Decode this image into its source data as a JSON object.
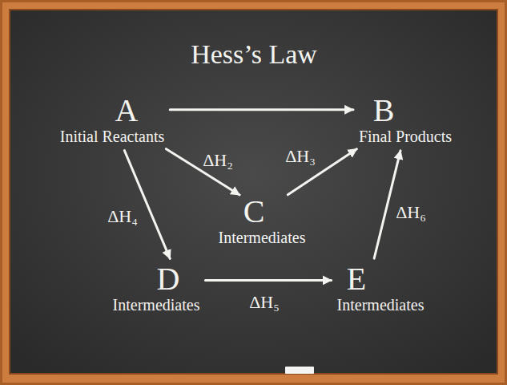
{
  "diagram": {
    "title": "Hess’s Law",
    "nodes": [
      {
        "text": [
          "A",
          "Initial Reactants"
        ]
      },
      {
        "text": [
          "B",
          "Final Products"
        ]
      },
      {
        "text": [
          "C",
          "Intermediates"
        ]
      },
      {
        "text": [
          "D",
          "Intermediates"
        ]
      },
      {
        "text": [
          "E",
          "Intermediates"
        ]
      }
    ],
    "edges": [
      {
        "from": 0,
        "to": 1,
        "arrow": "to"
      },
      {
        "from": 0,
        "to": 2,
        "label": "ΔH₂",
        "arrow": "to"
      },
      {
        "from": 2,
        "to": 1,
        "label": "ΔH₃",
        "arrow": "to"
      },
      {
        "from": 0,
        "to": 3,
        "label": "ΔH₄",
        "arrow": "to"
      },
      {
        "from": 3,
        "to": 4,
        "label": "ΔH₅",
        "arrow": "to"
      },
      {
        "from": 4,
        "to": 1,
        "label": "ΔH₆",
        "arrow": "to"
      }
    ]
  }
}
